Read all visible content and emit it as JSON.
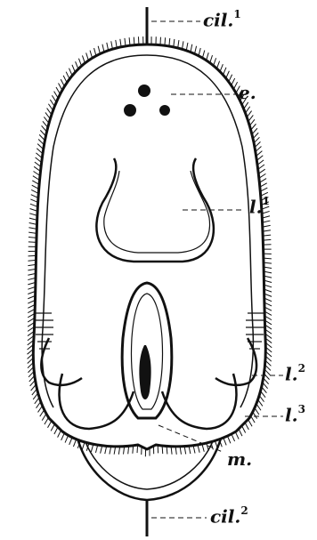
{
  "labels": {
    "cil1": {
      "text": "cil.",
      "sup": "1"
    },
    "e": {
      "text": "e."
    },
    "l1": {
      "text": "l.",
      "sup": "1"
    },
    "l2": {
      "text": "l.",
      "sup": "2"
    },
    "l3": {
      "text": "l.",
      "sup": "3"
    },
    "m": {
      "text": "m."
    },
    "cil2": {
      "text": "cil.",
      "sup": "2"
    }
  }
}
